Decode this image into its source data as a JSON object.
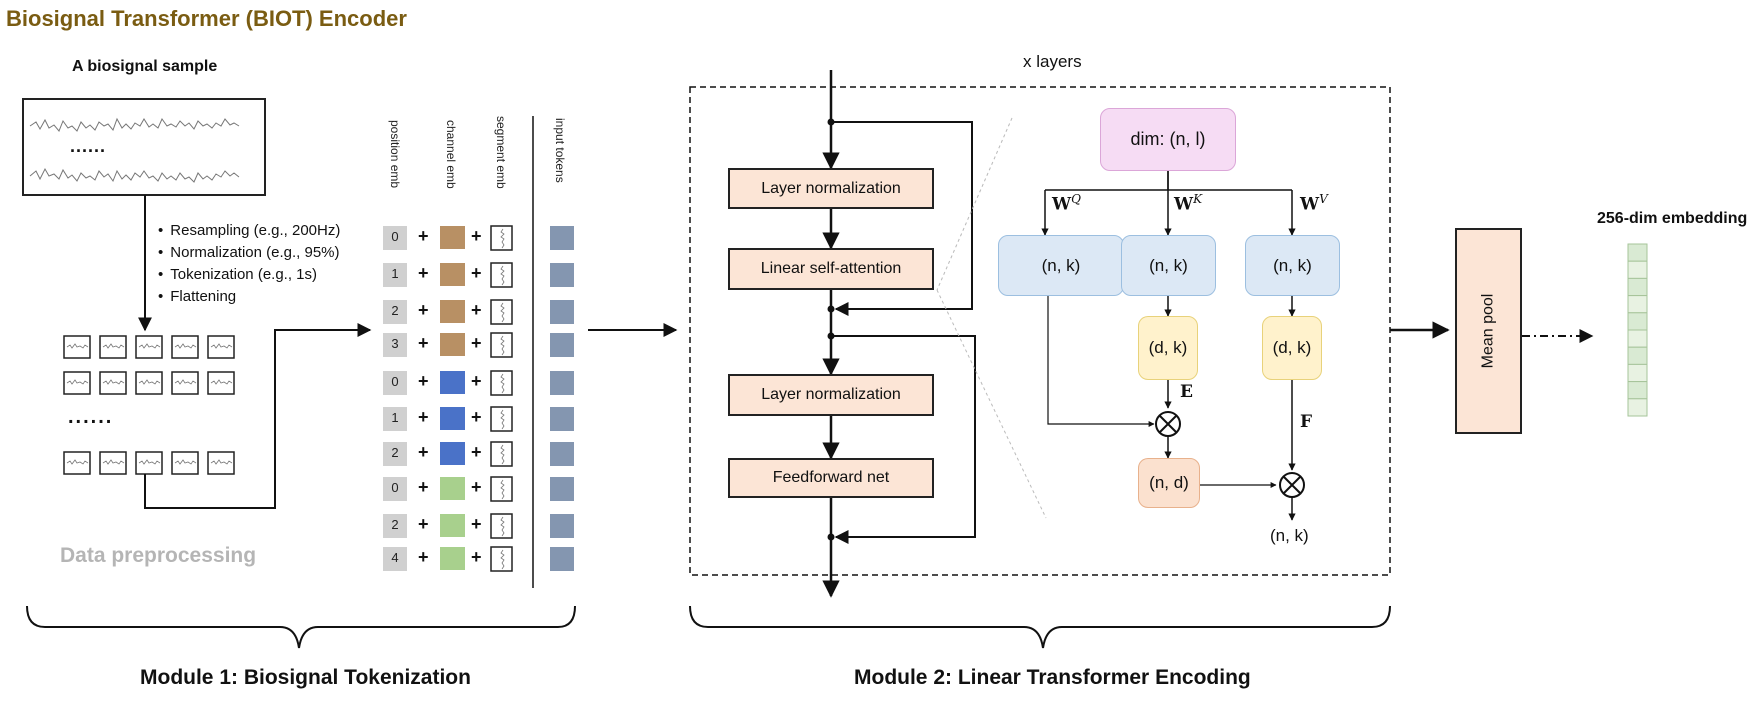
{
  "title": "Biosignal Transformer (BIOT) Encoder",
  "sample_title": "A biosignal sample",
  "sample_dots": "......",
  "preprocessing_steps": [
    "Resampling (e.g., 200Hz)",
    "Normalization (e.g., 95%)",
    "Tokenization (e.g., 1s)",
    "Flattening"
  ],
  "segments_dots": "......",
  "data_preprocessing_label": "Data preprocessing",
  "token_headers": {
    "position": "position emb",
    "channel": "channel emb",
    "segment": "segment emb",
    "input": "input tokens"
  },
  "token_rows": [
    {
      "position": "0",
      "channel_color": "#b89064"
    },
    {
      "position": "1",
      "channel_color": "#b89064"
    },
    {
      "position": "2",
      "channel_color": "#b89064"
    },
    {
      "position": "3",
      "channel_color": "#b89064"
    },
    {
      "position": "0",
      "channel_color": "#4a72c8"
    },
    {
      "position": "1",
      "channel_color": "#4a72c8"
    },
    {
      "position": "2",
      "channel_color": "#4a72c8"
    },
    {
      "position": "0",
      "channel_color": "#a8d08d"
    },
    {
      "position": "2",
      "channel_color": "#a8d08d"
    },
    {
      "position": "4",
      "channel_color": "#a8d08d"
    }
  ],
  "plus": "+",
  "x_layers": "x layers",
  "blocks": {
    "ln1": "Layer normalization",
    "attn": "Linear self-attention",
    "ln2": "Layer normalization",
    "ffn": "Feedforward net"
  },
  "attention": {
    "input": "dim: (n, l)",
    "q": "(n, k)",
    "k": "(n, k)",
    "v": "(n, k)",
    "ek": "(d, k)",
    "fv": "(d, k)",
    "nd": "(n, d)",
    "out": "(n, k)",
    "wq": "W",
    "wk": "W",
    "wv": "W",
    "wq_sup": "Q",
    "wk_sup": "K",
    "wv_sup": "V",
    "e": "E",
    "f": "F"
  },
  "mean_pool": "Mean pool",
  "embedding_label": "256-dim embedding",
  "module1": "Module 1: Biosignal Tokenization",
  "module2": "Module 2: Linear Transformer Encoding",
  "colors": {
    "title": "#7a5c12",
    "peach": "#fce5d6",
    "blue_box": "#dce8f5",
    "yellow_box": "#fff2cc",
    "orange_box": "#fbe1cf",
    "pink_box": "#f6dcf4",
    "input_token": "#8496b0",
    "embedding": "#d9ead3"
  }
}
